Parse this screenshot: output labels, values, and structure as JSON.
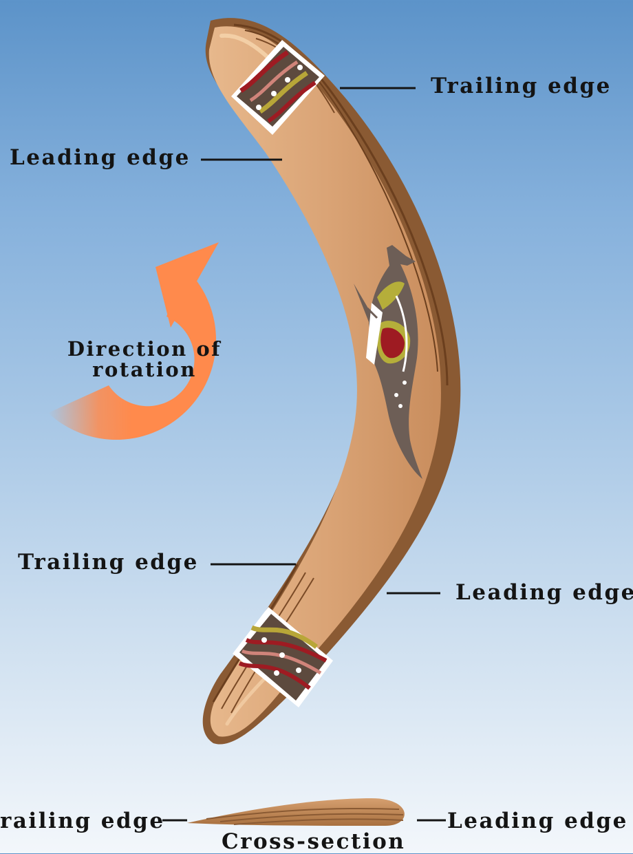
{
  "labels": {
    "trailing_edge_top": "Trailing edge",
    "leading_edge_top": "Leading edge",
    "direction_line1": "Direction of",
    "direction_line2": "rotation",
    "trailing_edge_bottom": "Trailing edge",
    "leading_edge_bottom": "Leading edge",
    "cross_section_trailing": "railing edge",
    "cross_section_leading": "Leading edge",
    "cross_section_title": "Cross-section"
  },
  "colors": {
    "wood": "#d9a373",
    "wood_dark": "#8a5a33",
    "wood_grain": "#6b3f1e",
    "arrow": "#ff8a4c",
    "band_red": "#9e1b22",
    "band_pink": "#d0847a",
    "band_olive": "#b8a638",
    "band_brown": "#5d4a3e",
    "kangaroo_body": "#6d5e56",
    "kangaroo_accent": "#b5ae3a"
  },
  "icons": {
    "boomerang": "boomerang-illustration",
    "kangaroo": "kangaroo-motif-icon",
    "rotation_arrow": "rotation-arrow-icon",
    "cross_section": "airfoil-cross-section"
  }
}
